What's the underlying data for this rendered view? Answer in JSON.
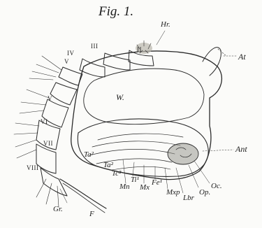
{
  "figure": {
    "title": "Fig. 1."
  },
  "labels": {
    "hr": "Hr.",
    "at": "At",
    "w": "W.",
    "ant": "Ant",
    "oc": "Oc.",
    "op": "Op.",
    "lbr": "Lbr",
    "mxp": "Mxp",
    "fe1": "Fe¹",
    "mx": "Mx",
    "ti1": "Ti¹",
    "mn": "Mn",
    "tc2": "Tc²",
    "ta2a": "Ta²",
    "ta2b": "Ta²",
    "gr": "Gr.",
    "f": "F"
  },
  "segments": {
    "ii": "II",
    "iii": "III",
    "iv": "IV",
    "v_upper": "V",
    "v": "V",
    "vi": "VI",
    "vii": "VII",
    "viii": "VIII"
  }
}
